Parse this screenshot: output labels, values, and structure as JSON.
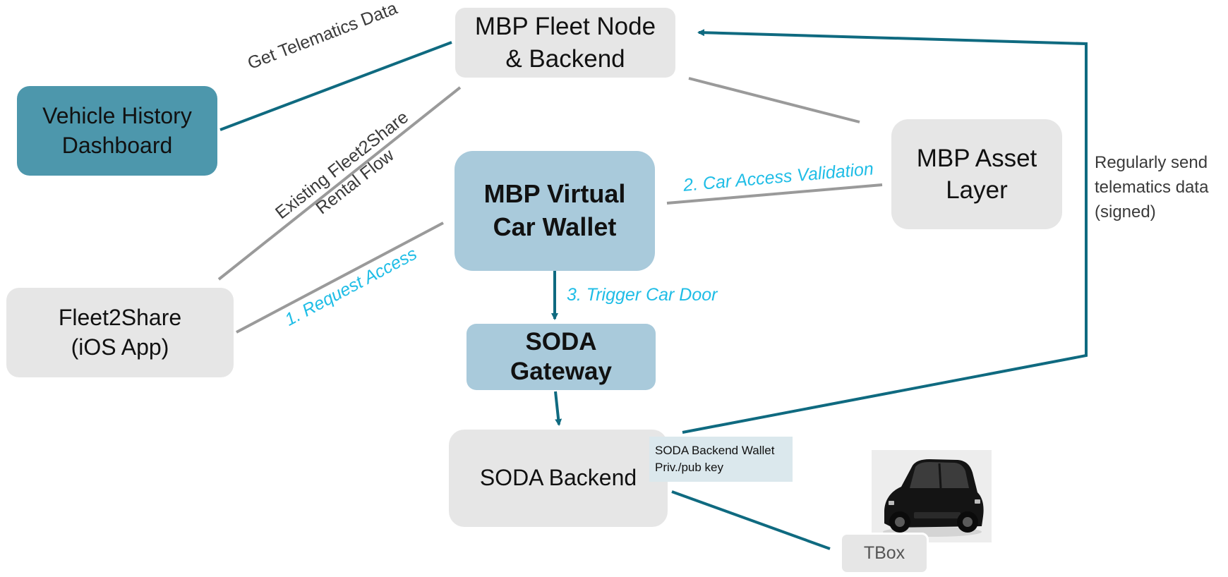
{
  "nodes": {
    "fleet_node": "MBP Fleet Node\n& Backend",
    "vehicle_history": "Vehicle History\nDashboard",
    "virtual_wallet": "MBP Virtual\nCar Wallet",
    "asset_layer": "MBP Asset\nLayer",
    "fleet2share": "Fleet2Share\n(iOS App)",
    "soda_gateway": "SODA\nGateway",
    "soda_backend": "SODA Backend",
    "soda_wallet": "SODA Backend Wallet\nPriv./pub key",
    "tbox": "TBox"
  },
  "edges": {
    "get_telematics": "Get Telematics Data",
    "existing_flow": "Existing Fleet2Share\nRental Flow",
    "request_access": "1. Request Access",
    "car_access_validation": "2. Car Access Validation",
    "trigger_car_door": "3. Trigger Car Door",
    "regularly_send": "Regularly send\ntelematics data\n(signed)"
  },
  "colors": {
    "teal_line": "#0f6a80",
    "grey_line": "#9a9a9a",
    "cyan_label": "#1fbde6",
    "node_grey": "#e6e6e6",
    "node_lightblue": "#a9cadb",
    "node_teal": "#4d97ac"
  },
  "image": {
    "icon": "car-photo"
  }
}
